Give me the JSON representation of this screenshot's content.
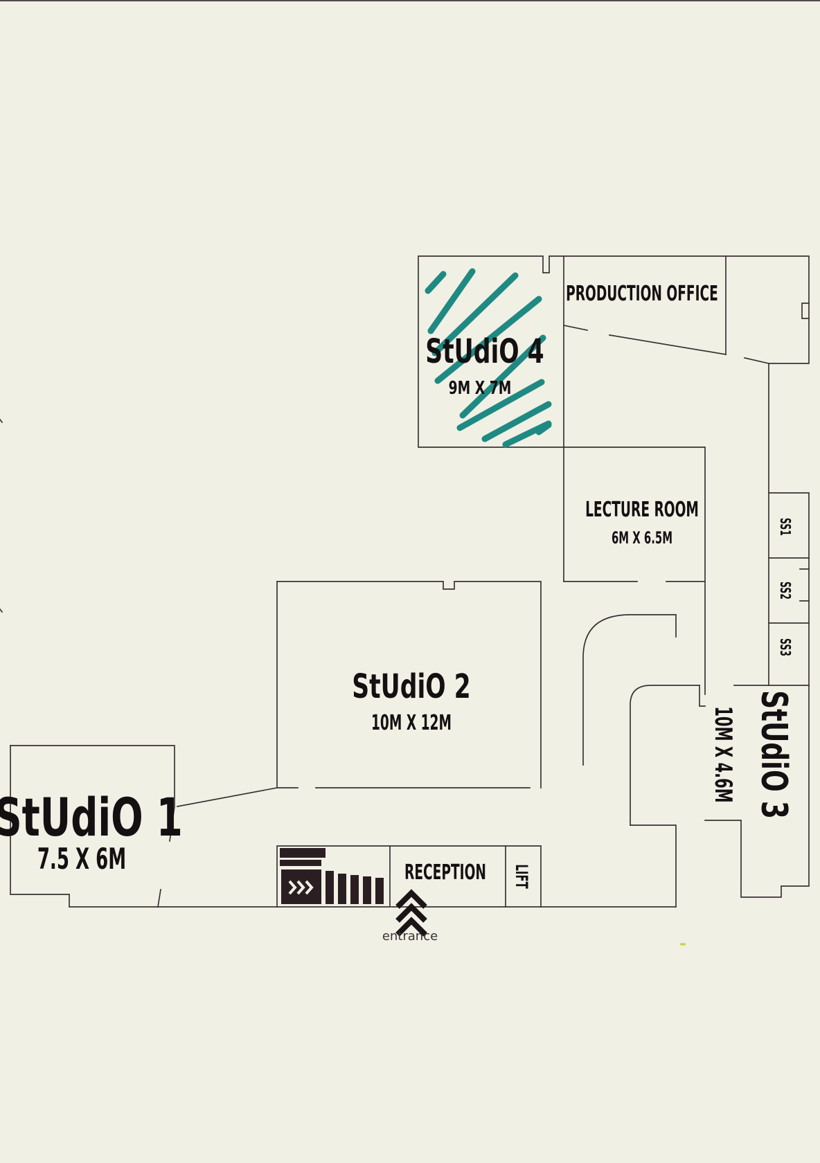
{
  "rooms": {
    "studio4": {
      "name": "StUdiO  4",
      "size": "9M X 7M"
    },
    "production_office": {
      "name": "PRODUCTION OFFICE"
    },
    "lecture_room": {
      "name": "LECTURE ROOM",
      "size": "6M X 6.5M"
    },
    "studio2": {
      "name": "StUdiO 2",
      "size": "10M X 12M"
    },
    "studio1": {
      "name": "StUdiO 1",
      "size": "7.5 X 6M"
    },
    "studio3": {
      "name": "StUdiO 3",
      "size": "10M X 4.6M"
    },
    "reception": {
      "name": "RECEPTION"
    },
    "lift": {
      "name": "LIFT"
    },
    "ss1": {
      "name": "SS1"
    },
    "ss2": {
      "name": "SS2"
    },
    "ss3": {
      "name": "SS3"
    }
  },
  "entrance": {
    "label": "entrance"
  },
  "colors": {
    "background": "#f1f0e5",
    "walls": "#3a3335",
    "highlight_hatch": "#1f8a83",
    "stairs": "#2b1e22"
  },
  "icons": [
    "stairs-icon",
    "entrance-arrow-icon"
  ]
}
